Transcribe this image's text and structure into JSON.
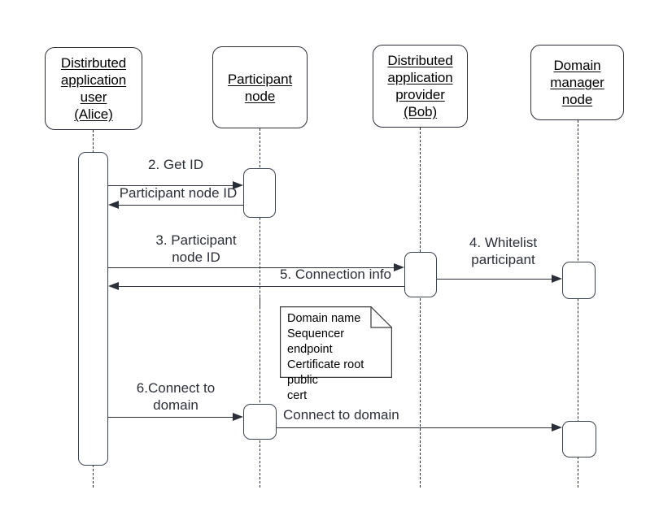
{
  "diagram": {
    "type": "sequence-diagram",
    "title": "Distributed application onboarding sequence",
    "stroke_color": "#2b2f38",
    "note_border_color": "#3a3a3a",
    "background": "#ffffff"
  },
  "lifelines": [
    {
      "id": "alice",
      "label": "Distirbuted\napplication\nuser\n(Alice)"
    },
    {
      "id": "participant",
      "label": "Participant\nnode"
    },
    {
      "id": "bob",
      "label": "Distributed\napplication\nprovider\n(Bob)"
    },
    {
      "id": "domain",
      "label": "Domain\nmanager\nnode"
    }
  ],
  "messages": [
    {
      "id": "m1",
      "label": "2. Get ID",
      "direction": "right"
    },
    {
      "id": "m2",
      "label": "Participant node ID",
      "direction": "left"
    },
    {
      "id": "m3",
      "label": "3. Participant\nnode ID",
      "direction": "right"
    },
    {
      "id": "m4",
      "label": "4. Whitelist\nparticipant",
      "direction": "right"
    },
    {
      "id": "m5",
      "label": "5. Connection info",
      "direction": "left"
    },
    {
      "id": "m6",
      "label": "6.Connect to\ndomain",
      "direction": "right"
    },
    {
      "id": "m7",
      "label": "Connect to domain",
      "direction": "right"
    }
  ],
  "note": {
    "text": "Domain name\nSequencer endpoint\nCertificate root public\ncert"
  }
}
